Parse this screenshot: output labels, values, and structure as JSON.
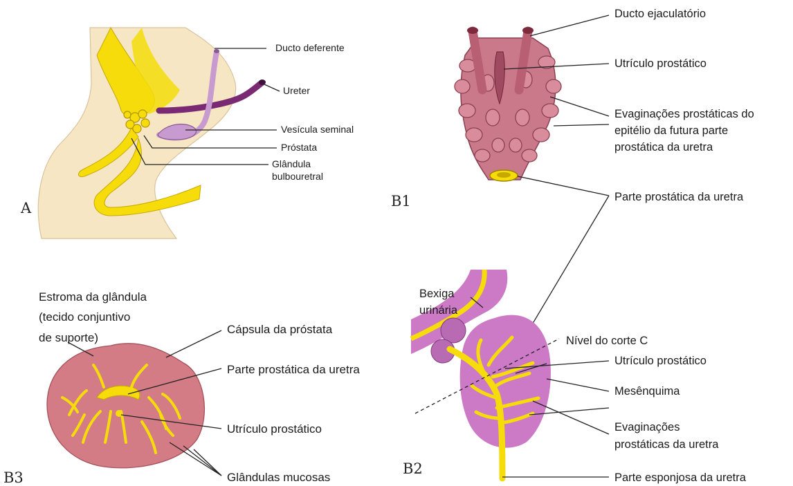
{
  "panels": {
    "a": "A",
    "b1": "B1",
    "b2": "B2",
    "b3": "B3"
  },
  "panel_a": {
    "ducto_deferente": "Ducto deferente",
    "ureter": "Ureter",
    "vesicula_seminal": "Vesícula seminal",
    "prostata": "Próstata",
    "glandula_line1": "Glândula",
    "glandula_line2": "bulbouretral"
  },
  "panel_b1": {
    "ducto_ejaculatorio": "Ducto ejaculatório",
    "utriculo_prostatico": "Utrículo prostático",
    "evaginacoes_line1": "Evaginações prostáticas do",
    "evaginacoes_line2": "epitélio da futura parte",
    "evaginacoes_line3": "prostática da uretra",
    "parte_prostatica": "Parte prostática da uretra"
  },
  "panel_b2": {
    "bexiga_line1": "Bexiga",
    "bexiga_line2": "urinária",
    "nivel_corte": "Nível do corte C",
    "utriculo_prostatico": "Utrículo prostático",
    "mesenquima": "Mesênquima",
    "evag_line1": "Evaginações",
    "evag_line2": "prostáticas da uretra",
    "parte_esponjosa": "Parte esponjosa da uretra"
  },
  "panel_b3": {
    "estroma_line1": "Estroma da glândula",
    "estroma_line2": "(tecido conjuntivo",
    "estroma_line3": "de suporte)",
    "capsula": "Cápsula da próstata",
    "parte_prostatica": "Parte prostática da uretra",
    "utriculo_prostatico": "Utrículo prostático",
    "glandulas_mucosas": "Glândulas mucosas"
  },
  "colors": {
    "background": "#ffffff",
    "tissue": "#f7e6c4",
    "epithelium": "#f5dc0a",
    "ureter_purple": "#7a2a72",
    "deferent_lilac": "#c79ad0",
    "prostate_pink": "#c9798a",
    "mesenchyme": "#cc79c6",
    "gland_pink": "#d47c86"
  }
}
